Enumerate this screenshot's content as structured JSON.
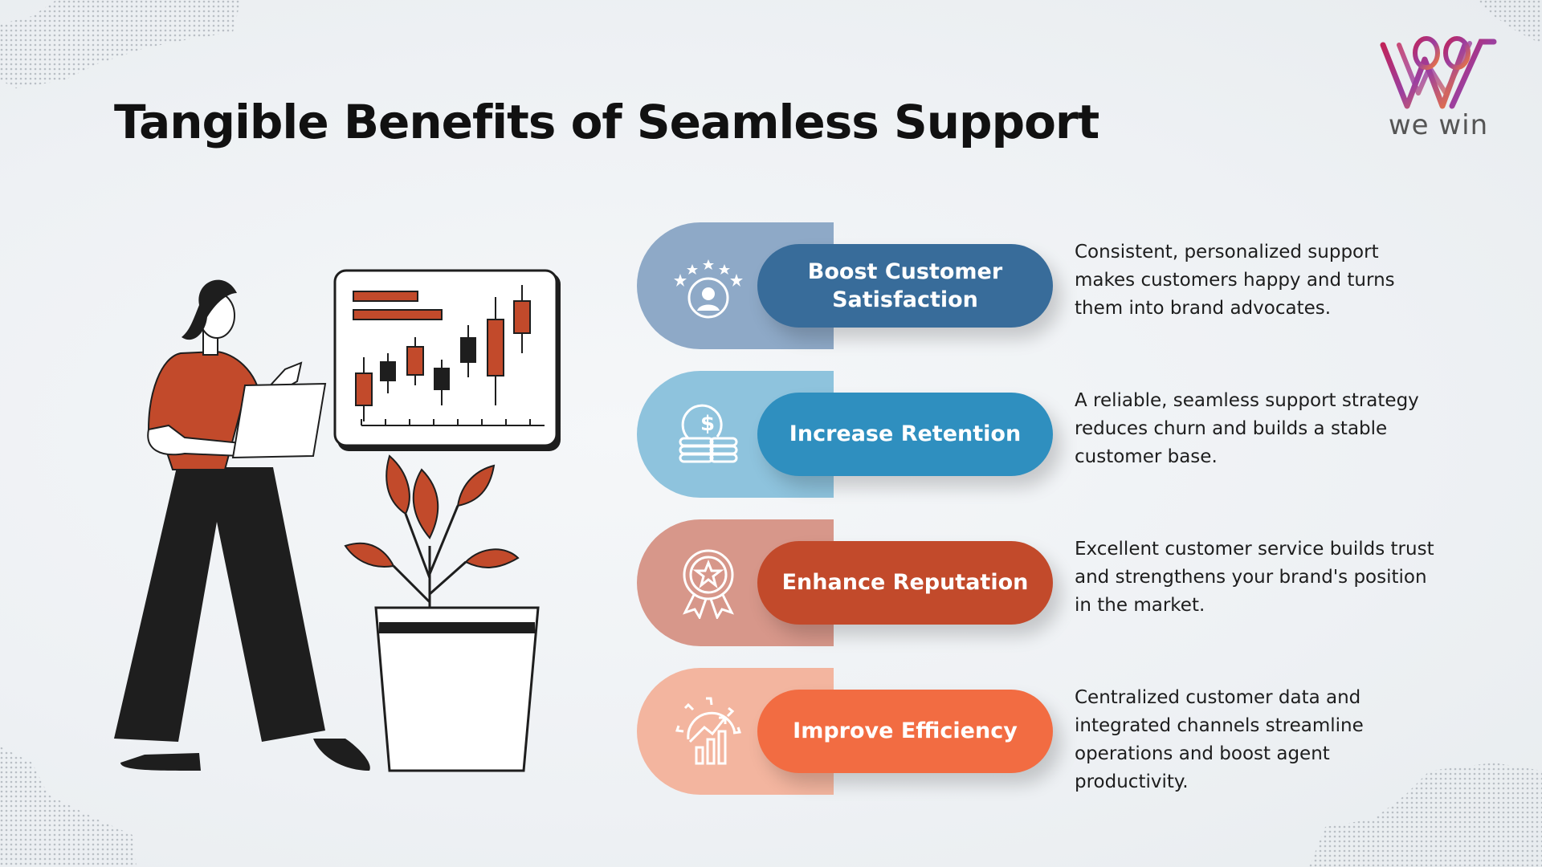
{
  "title": "Tangible Benefits of Seamless Support",
  "logo": {
    "text": "we win"
  },
  "benefits": [
    {
      "label": "Boost Customer Satisfaction",
      "description": "Consistent, personalized support makes customers happy and turns them into brand advocates.",
      "icon": "customer-rating-icon",
      "back_color": "#8ea9c7",
      "front_color": "#386c9a"
    },
    {
      "label": "Increase Retention",
      "description": "A reliable, seamless support strategy reduces churn and builds a stable customer base.",
      "icon": "coins-icon",
      "back_color": "#8ec3dd",
      "front_color": "#2f8fbf"
    },
    {
      "label": "Enhance Reputation",
      "description": "Excellent customer service builds trust and strengthens your brand's position in the market.",
      "icon": "award-badge-icon",
      "back_color": "#d7978a",
      "front_color": "#c24a2b"
    },
    {
      "label": "Improve Efficiency",
      "description": "Centralized customer data and integrated channels streamline operations and boost agent productivity.",
      "icon": "growth-gear-icon",
      "back_color": "#f3b59f",
      "front_color": "#f26c42"
    }
  ],
  "colors": {
    "accent": "#c24a2b",
    "dark": "#1e1e1e"
  }
}
